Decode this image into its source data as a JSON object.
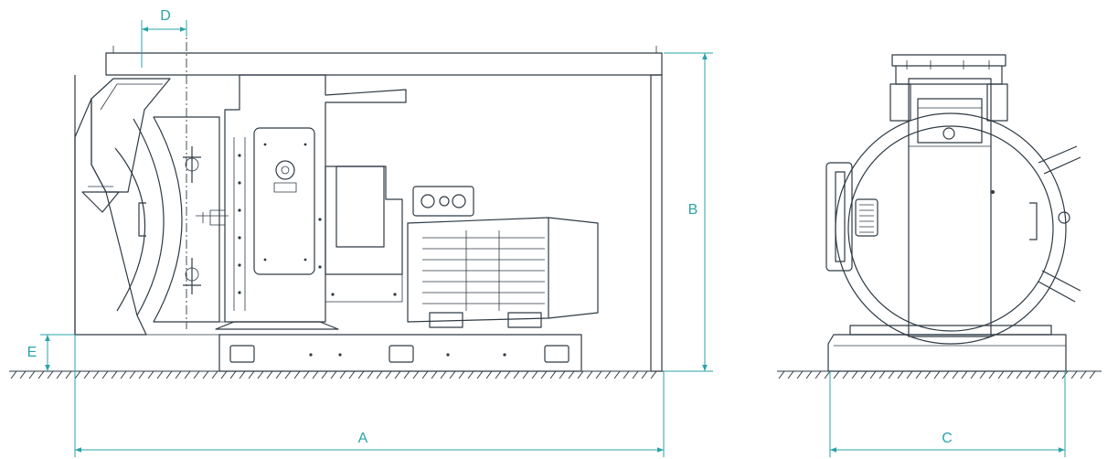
{
  "colors": {
    "dimension": "#2aa3a8",
    "linework": "#2e3a44",
    "background": "#ffffff"
  },
  "dimensions": {
    "a": "A",
    "b": "B",
    "c": "C",
    "d": "D",
    "e": "E"
  }
}
